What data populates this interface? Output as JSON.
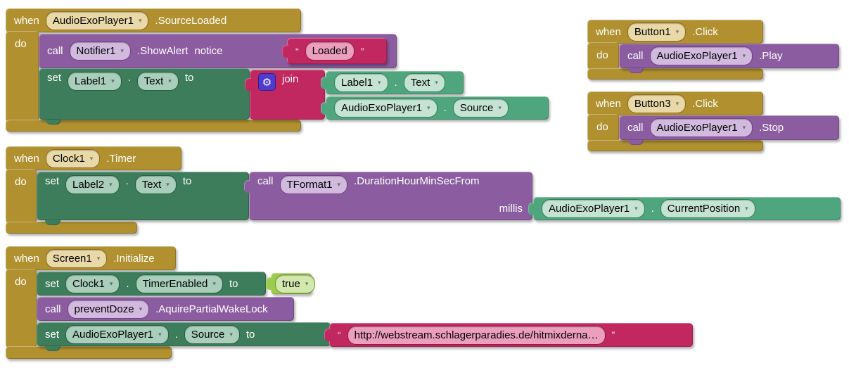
{
  "glyphs": {
    "caret": "▾",
    "gear": "⚙",
    "quote_open": "“",
    "quote_close": "”",
    "dot": "."
  },
  "kw": {
    "when": "when",
    "do": "do",
    "call": "call",
    "set": "set",
    "to": "to"
  },
  "colors": {
    "event_gold": "#b0902f",
    "method_purple": "#8c5ca0",
    "setter_green": "#3d7d5b",
    "getter_green": "#4fa57e",
    "text_crimson": "#c22860",
    "logic_green": "#9ccb4e",
    "mutator_indigo": "#4f3ccf"
  },
  "blocks": {
    "source_loaded": {
      "component": "AudioExoPlayer1",
      "event": ".SourceLoaded"
    },
    "notifier": {
      "component": "Notifier1",
      "method": ".ShowAlert",
      "param": "notice",
      "notice": "Loaded"
    },
    "set_label1": {
      "component": "Label1",
      "property": "Text"
    },
    "join": {
      "label": "join"
    },
    "join_arg1": {
      "component": "Label1",
      "property": "Text"
    },
    "join_arg2": {
      "component": "AudioExoPlayer1",
      "property": "Source"
    },
    "button1": {
      "component": "Button1",
      "event": ".Click"
    },
    "play": {
      "component": "AudioExoPlayer1",
      "method": ".Play"
    },
    "button3": {
      "component": "Button3",
      "event": ".Click"
    },
    "stop": {
      "component": "AudioExoPlayer1",
      "method": ".Stop"
    },
    "clock_timer": {
      "component": "Clock1",
      "event": ".Timer"
    },
    "set_label2": {
      "component": "Label2",
      "property": "Text"
    },
    "tformat": {
      "component": "TFormat1",
      "method": ".DurationHourMinSecFrom",
      "param": "millis"
    },
    "current_pos": {
      "component": "AudioExoPlayer1",
      "property": "CurrentPosition"
    },
    "screen_init": {
      "component": "Screen1",
      "event": ".Initialize"
    },
    "set_timer_enabled": {
      "component": "Clock1",
      "property": "TimerEnabled",
      "value": "true"
    },
    "prevent_doze": {
      "component": "preventDoze",
      "method": ".AquirePartialWakeLock"
    },
    "set_source": {
      "component": "AudioExoPlayer1",
      "property": "Source",
      "url": "http://webstream.schlagerparadies.de/hitmixderna…"
    }
  }
}
